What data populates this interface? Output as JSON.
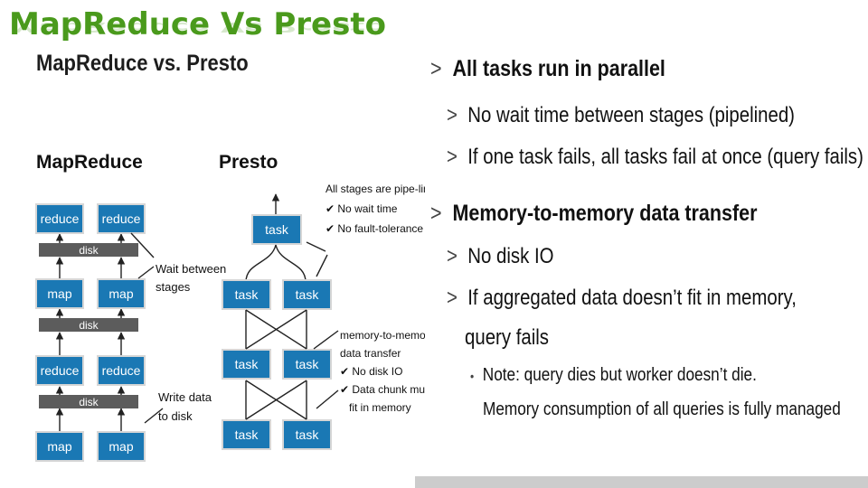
{
  "slide": {
    "title": "MapReduce Vs Presto",
    "title_color": "#4a9a1c",
    "subtitle": "MapReduce vs. Presto"
  },
  "diagram": {
    "mapreduce": {
      "heading": "MapReduce",
      "reduce_label": "reduce",
      "map_label": "map",
      "disk_label": "disk",
      "wait_note": [
        "Wait between",
        "stages"
      ],
      "write_note": [
        "Write data",
        "to disk"
      ]
    },
    "presto": {
      "heading": "Presto",
      "task_label": "task",
      "pipeline_note": [
        "All stages are pipe-lined",
        "✔ No wait time",
        "✔ No fault-tolerance"
      ],
      "memory_note": [
        "memory-to-memory",
        "data transfer",
        "✔ No disk IO",
        "✔ Data chunk must",
        "fit in memory"
      ]
    },
    "colors": {
      "box": "#1a78b4",
      "disk": "#5c5c5c"
    }
  },
  "bullets": {
    "marker": ">",
    "subnote_marker": "•",
    "groups": [
      {
        "text": "All tasks run in parallel",
        "items": [
          "No wait time between stages (pipelined)",
          "If one task fails, all tasks fail at once (query fails)"
        ]
      },
      {
        "text": "Memory-to-memory data transfer",
        "items": [
          "No disk IO",
          "If aggregated data doesn’t fit in memory,",
          "query fails"
        ]
      }
    ],
    "note": [
      "Note: query dies but worker doesn’t die.",
      "Memory consumption of all queries is fully managed"
    ]
  }
}
